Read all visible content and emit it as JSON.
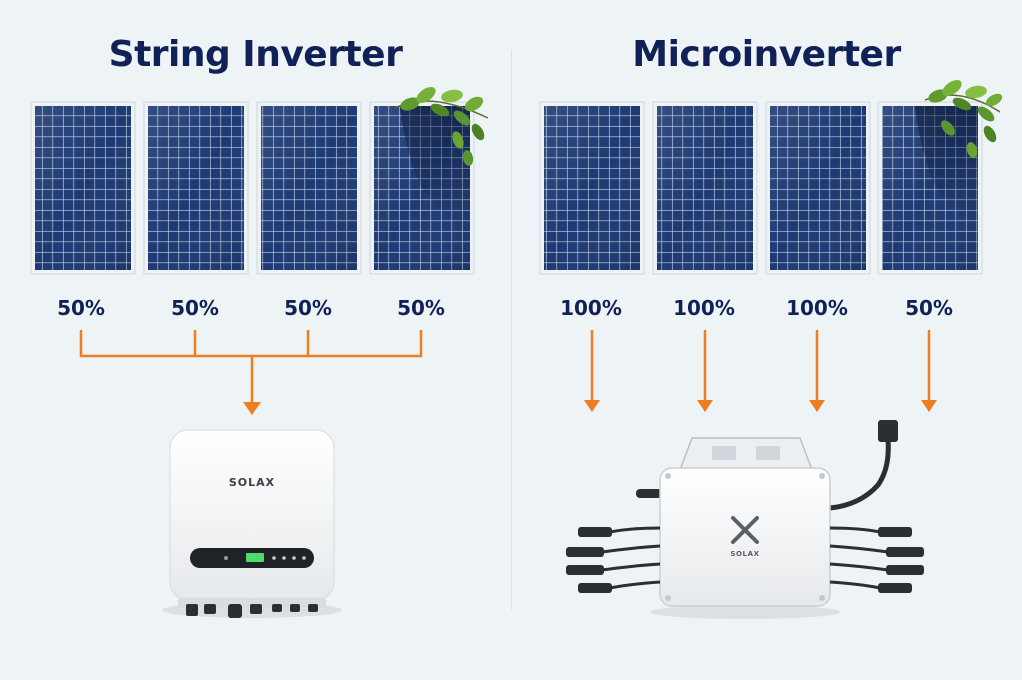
{
  "colors": {
    "background": "#eef3f5",
    "title": "#0f2157",
    "accent_arrow": "#ef7d22",
    "panel_cell": "#1f3d7a",
    "panel_frame": "#f2f5f7",
    "device_body": "#f7f8f9"
  },
  "left": {
    "title": "String Inverter",
    "panels": [
      {
        "output": "50%",
        "shaded": false
      },
      {
        "output": "50%",
        "shaded": false
      },
      {
        "output": "50%",
        "shaded": false
      },
      {
        "output": "50%",
        "shaded": true
      }
    ],
    "device": {
      "brand": "SOLAX",
      "icon": "string-inverter-icon"
    }
  },
  "right": {
    "title": "Microinverter",
    "panels": [
      {
        "output": "100%",
        "shaded": false
      },
      {
        "output": "100%",
        "shaded": false
      },
      {
        "output": "100%",
        "shaded": false
      },
      {
        "output": "50%",
        "shaded": true
      }
    ],
    "device": {
      "brand": "SOLAX",
      "icon": "microinverter-icon"
    }
  },
  "icons": [
    "solar-panel-icon",
    "leaf-shade-icon",
    "arrow-down-icon"
  ]
}
